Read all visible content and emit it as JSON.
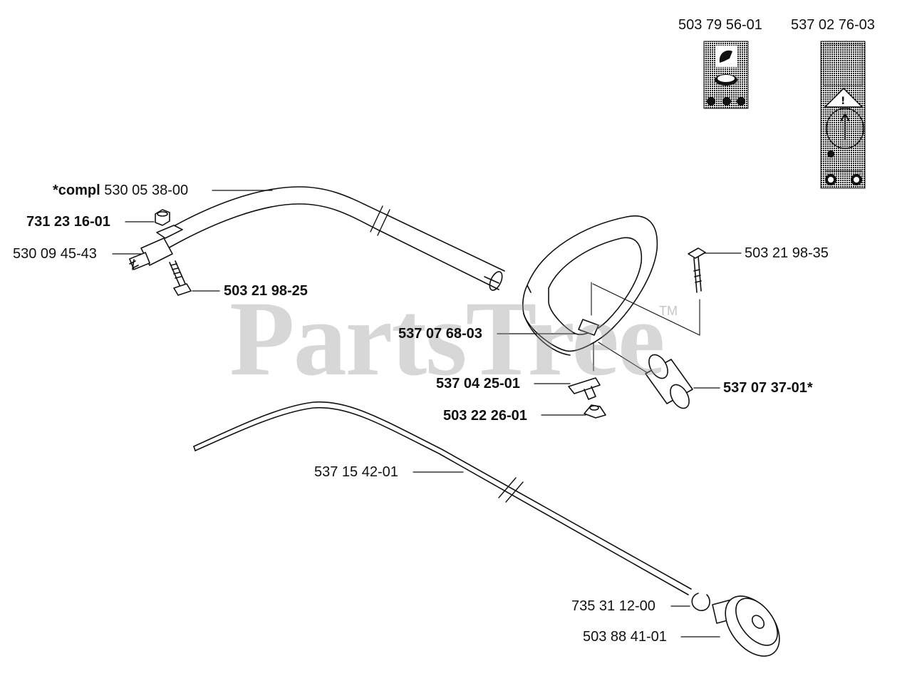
{
  "watermark": {
    "text": "PartsTree",
    "tm": "TM"
  },
  "labels": {
    "compl_prefix": "*compl",
    "compl_part": "530 05 38-00",
    "nut": "731 23 16-01",
    "housing": "530 09 45-43",
    "screw_left": "503 21 98-25",
    "handle": "537 07 68-03",
    "bracket": "537 04 25-01",
    "wingnut": "503 22 26-01",
    "sleeve": "537 07 37-01*",
    "screw_right": "503 21 98-35",
    "cable": "537 15 42-01",
    "clip": "735 31 12-00",
    "drum": "503 88 41-01",
    "decal_a": "503 79 56-01",
    "decal_b": "537 02 76-03"
  },
  "colors": {
    "line": "#111111",
    "text": "#111111",
    "decal_bg": "#9a9a9a",
    "watermark": "#969696"
  },
  "icons": {
    "decal_a": "warning-decal-small-icon",
    "decal_b": "warning-decal-tall-icon"
  }
}
